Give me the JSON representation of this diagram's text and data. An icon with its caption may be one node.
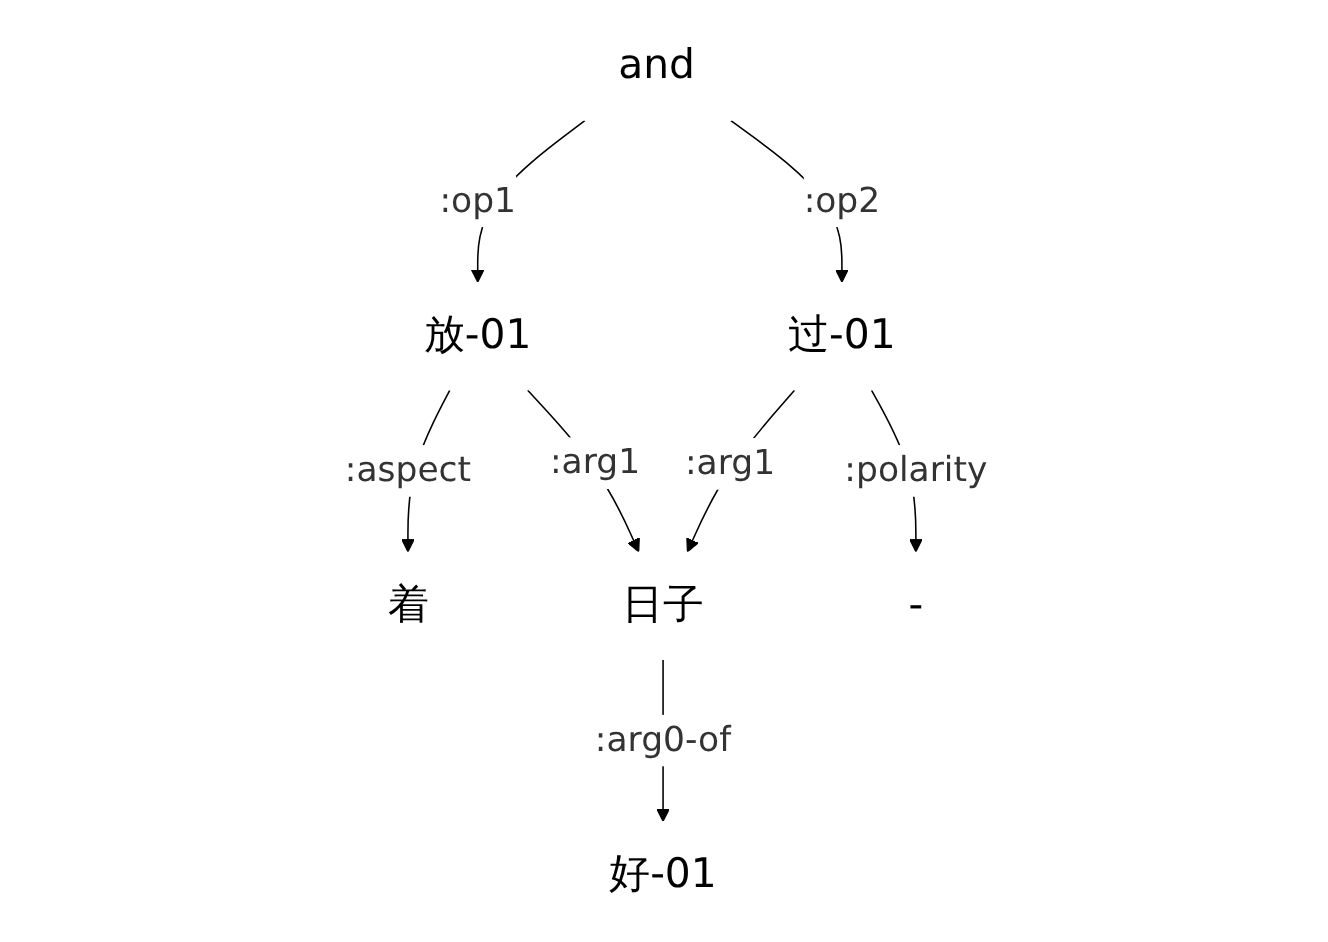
{
  "diagram": {
    "nodes": [
      {
        "text": [
          "and"
        ]
      },
      {
        "text": [
          "放-01"
        ]
      },
      {
        "text": [
          "过-01"
        ]
      },
      {
        "text": [
          "着"
        ]
      },
      {
        "text": [
          "日子"
        ]
      },
      {
        "text": [
          "-"
        ]
      },
      {
        "text": [
          "好-01"
        ]
      }
    ],
    "edges": [
      {
        "from": 0,
        "to": 1,
        "arrow": "to",
        "label": ":op1"
      },
      {
        "from": 0,
        "to": 2,
        "arrow": "to",
        "label": ":op2"
      },
      {
        "from": 1,
        "to": 3,
        "arrow": "to",
        "label": ":aspect"
      },
      {
        "from": 1,
        "to": 4,
        "arrow": "to",
        "label": ":arg1"
      },
      {
        "from": 2,
        "to": 4,
        "arrow": "to",
        "label": ":arg1"
      },
      {
        "from": 2,
        "to": 5,
        "arrow": "to",
        "label": ":polarity"
      },
      {
        "from": 4,
        "to": 6,
        "arrow": "to",
        "label": ":arg0-of"
      }
    ]
  }
}
